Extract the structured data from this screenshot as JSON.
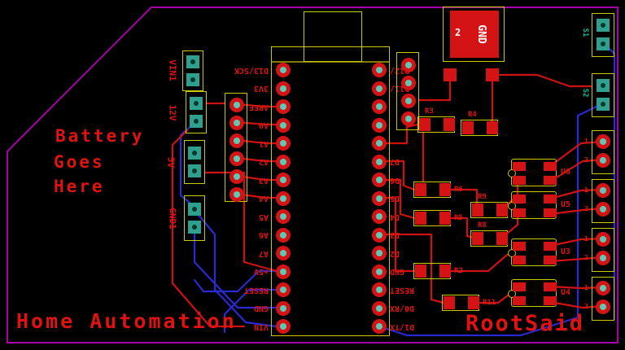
{
  "colors": {
    "board_outline": "#A800A8",
    "top_copper": "#CE1212",
    "bottom_copper": "#2A2AD4",
    "silkscreen": "#C9C900",
    "pad_copper": "#D41414",
    "pad_hole": "#5FC8B4",
    "teal_pad": "#2FA08E",
    "text_red": "#E01212",
    "text_teal": "#00C09A",
    "magenta": "#C800C8",
    "white": "#FFFFFF"
  },
  "texts": {
    "battery": [
      "Battery",
      "Goes",
      "Here"
    ],
    "home_automation": "Home Automation",
    "rootsaid": "RootSaid"
  },
  "power_jack": {
    "pin_number": "2",
    "label": "GND"
  },
  "left_connectors": [
    {
      "label": "VIN1"
    },
    {
      "label": "12V"
    },
    {
      "label": "5V"
    },
    {
      "label": "GND1"
    }
  ],
  "nano": {
    "left_pins": [
      "D13/SCK",
      "3V3",
      "AREF",
      "A0",
      "A1",
      "A2",
      "A3",
      "A4",
      "A5",
      "A6",
      "A7",
      "+5V",
      "RESET",
      "GND",
      "VIN"
    ],
    "right_pins": [
      "D12/",
      "D11/",
      "D7",
      "D6",
      "D5",
      "D4",
      "D3",
      "D2",
      "GND",
      "RESET",
      "D0/RX",
      "D1/TX"
    ]
  },
  "resistors": [
    {
      "label": "R3"
    },
    {
      "label": "R4"
    },
    {
      "label": "R6"
    },
    {
      "label": "R5"
    },
    {
      "label": "R9"
    },
    {
      "label": "R8"
    },
    {
      "label": "R2"
    },
    {
      "label": "R11"
    }
  ],
  "optocouplers": [
    {
      "label": "U6"
    },
    {
      "label": "U5"
    },
    {
      "label": "U3"
    },
    {
      "label": "U4"
    }
  ],
  "right_connectors": {
    "labels": [
      {
        "label": "S1"
      },
      {
        "label": "S2"
      }
    ],
    "pin_numbers": {
      "p1": "1",
      "p2": "2"
    }
  }
}
